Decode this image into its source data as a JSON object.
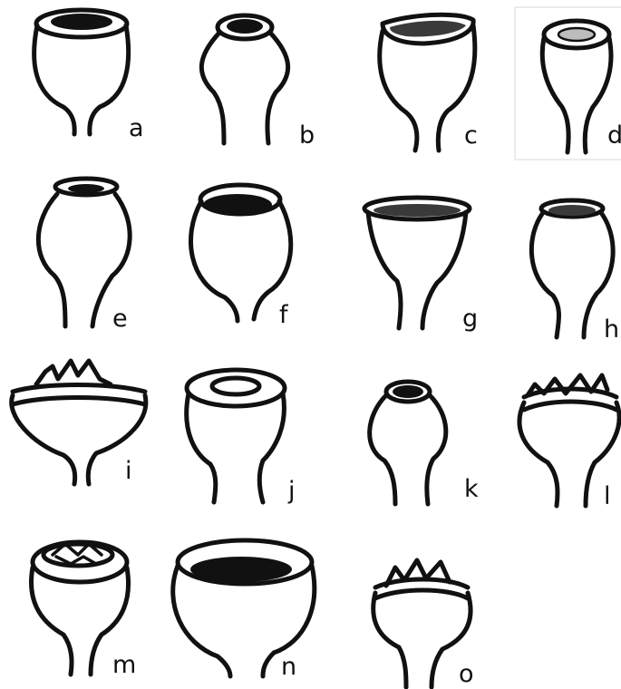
{
  "figure": {
    "panels": [
      {
        "id": "a"
      },
      {
        "id": "b"
      },
      {
        "id": "c"
      },
      {
        "id": "d"
      },
      {
        "id": "e"
      },
      {
        "id": "f"
      },
      {
        "id": "g"
      },
      {
        "id": "h"
      },
      {
        "id": "i"
      },
      {
        "id": "j"
      },
      {
        "id": "k"
      },
      {
        "id": "l"
      },
      {
        "id": "m"
      },
      {
        "id": "n"
      },
      {
        "id": "o"
      }
    ]
  }
}
